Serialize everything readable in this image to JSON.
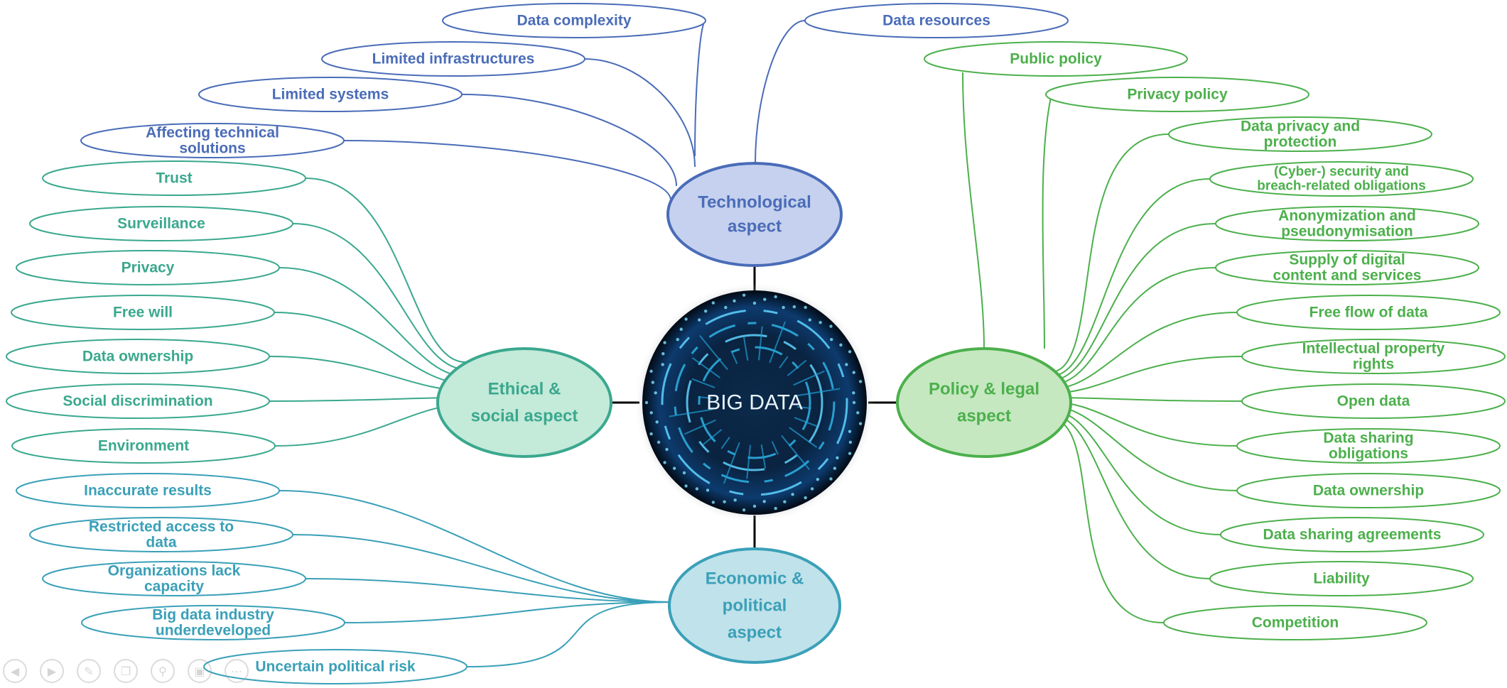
{
  "center": {
    "label": "BIG DATA"
  },
  "colors": {
    "tech": "#4a6cb8",
    "tech_fill": "#c5d1ee",
    "ethical": "#3aa88e",
    "ethical_fill": "#c4ead9",
    "economic": "#3aa0b8",
    "economic_fill": "#c0e2ea",
    "policy": "#4cb04c",
    "policy_fill": "#c5e8c0"
  },
  "hubs": {
    "tech": [
      "Technological",
      "aspect"
    ],
    "ethical": [
      "Ethical &",
      "social aspect"
    ],
    "economic": [
      "Economic &",
      "political",
      "aspect"
    ],
    "policy": [
      "Policy & legal",
      "aspect"
    ]
  },
  "tech_items": [
    [
      "Data complexity"
    ],
    [
      "Data resources"
    ],
    [
      "Limited infrastructures"
    ],
    [
      "Limited systems"
    ],
    [
      "Affecting technical",
      "solutions"
    ]
  ],
  "ethical_items": [
    [
      "Trust"
    ],
    [
      "Surveillance"
    ],
    [
      "Privacy"
    ],
    [
      "Free will"
    ],
    [
      "Data ownership"
    ],
    [
      "Social discrimination"
    ],
    [
      "Environment"
    ]
  ],
  "economic_items": [
    [
      "Inaccurate results"
    ],
    [
      "Restricted access to",
      "data"
    ],
    [
      "Organizations lack",
      "capacity"
    ],
    [
      "Big data industry",
      "underdeveloped"
    ],
    [
      "Uncertain political risk"
    ]
  ],
  "policy_items": [
    [
      "Public policy"
    ],
    [
      "Privacy policy"
    ],
    [
      "Data privacy and",
      "protection"
    ],
    [
      "(Cyber-) security and",
      "breach-related obligations"
    ],
    [
      "Anonymization and",
      "pseudonymisation"
    ],
    [
      "Supply of digital",
      "content and services"
    ],
    [
      "Free flow of data"
    ],
    [
      "Intellectual property",
      "rights"
    ],
    [
      "Open data"
    ],
    [
      "Data sharing",
      "obligations"
    ],
    [
      "Data ownership"
    ],
    [
      "Data sharing agreements"
    ],
    [
      "Liability"
    ],
    [
      "Competition"
    ]
  ],
  "toolbar_icons": [
    "prev-icon",
    "play-icon",
    "pen-icon",
    "copy-icon",
    "zoom-icon",
    "slide-icon",
    "more-icon"
  ]
}
